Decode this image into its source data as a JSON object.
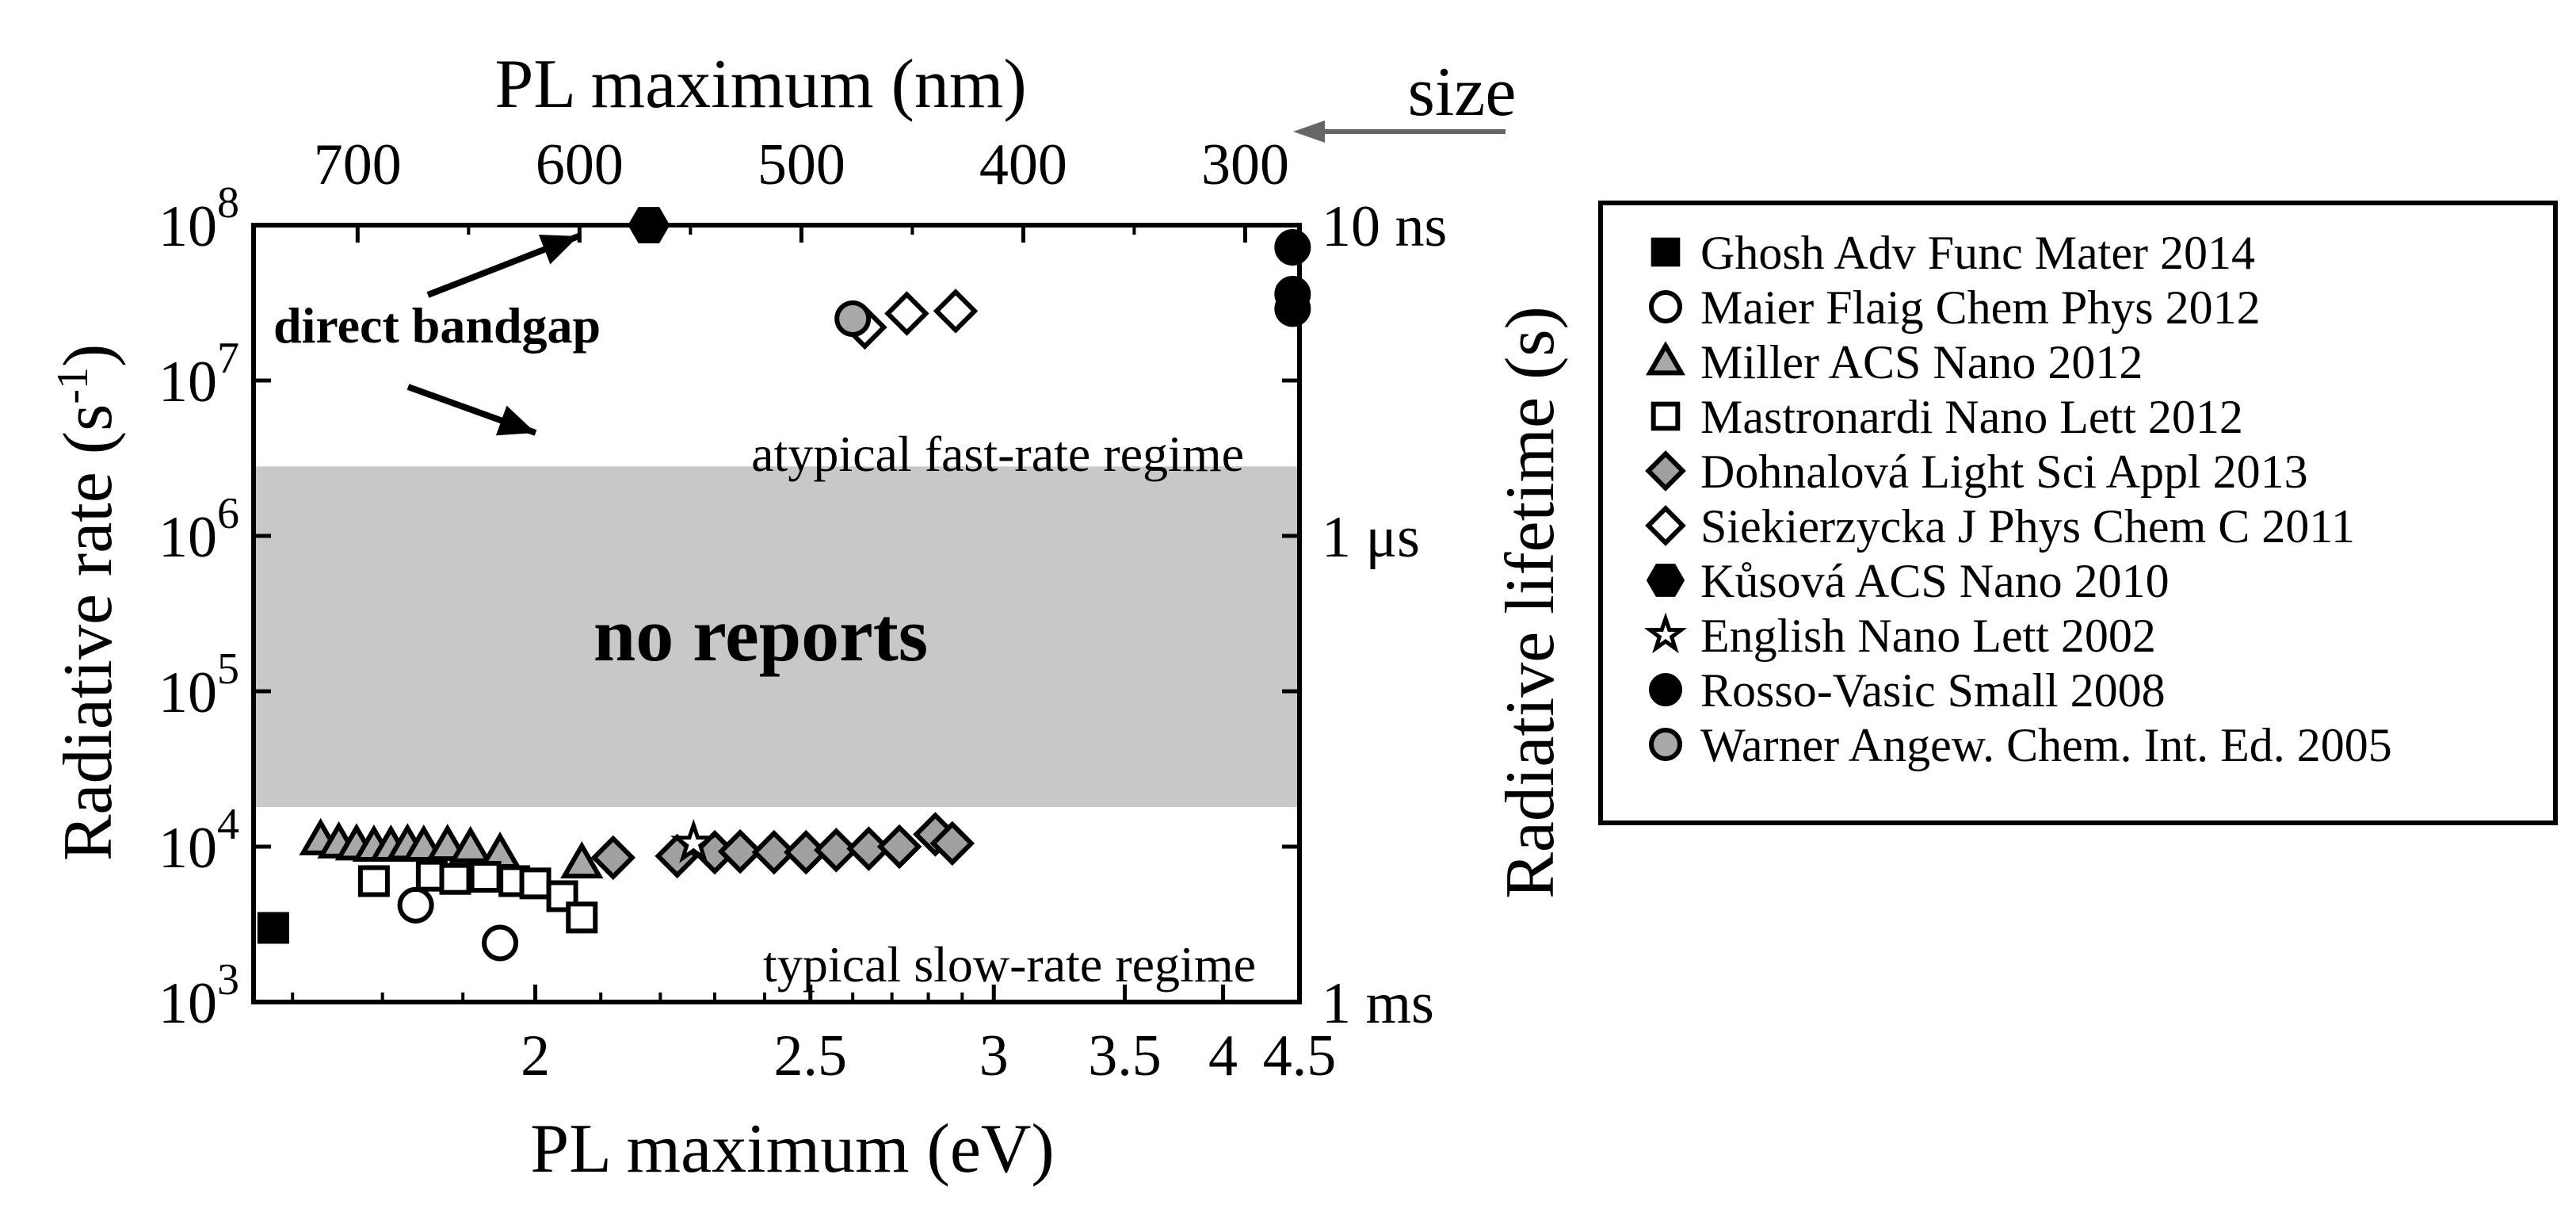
{
  "chart_data": {
    "type": "scatter",
    "x_axis": {
      "label": "PL maximum (eV)",
      "scale": "reciprocal",
      "range": [
        1.66,
        4.5
      ],
      "ticks": [
        "2",
        "2.5",
        "3",
        "3.5",
        "4",
        "4.5"
      ],
      "tick_values": [
        2,
        2.5,
        3,
        3.5,
        4,
        4.5
      ]
    },
    "x2_axis": {
      "label": "PL maximum (nm)",
      "ticks": [
        "700",
        "600",
        "500",
        "400",
        "300"
      ],
      "tick_values": [
        700,
        600,
        500,
        400,
        300
      ],
      "size_label": "size",
      "size_arrow": "decreasing size toward shorter wavelength"
    },
    "y_axis": {
      "label_main": "Radiative rate (s",
      "label_sup": "-1",
      "label_close": ")",
      "scale": "log",
      "range": [
        1000,
        100000000
      ],
      "ticks": [
        {
          "base": "10",
          "exp": "3",
          "value": 1000
        },
        {
          "base": "10",
          "exp": "4",
          "value": 10000
        },
        {
          "base": "10",
          "exp": "5",
          "value": 100000
        },
        {
          "base": "10",
          "exp": "6",
          "value": 1000000
        },
        {
          "base": "10",
          "exp": "7",
          "value": 10000000
        },
        {
          "base": "10",
          "exp": "8",
          "value": 100000000
        }
      ]
    },
    "y2_axis": {
      "label": "Radiative lifetime (s)",
      "ticks": [
        {
          "label": "10 ns",
          "rate": 100000000
        },
        {
          "label": "1 μs",
          "rate": 1000000
        },
        {
          "label": "1 ms",
          "rate": 1000
        }
      ]
    },
    "regions": [
      {
        "label": "no reports",
        "y_range": [
          18000,
          2800000
        ],
        "color": "#c8c8c8"
      }
    ],
    "annotations": {
      "direct": "direct bandgap",
      "fast": "atypical fast-rate regime",
      "slow": "typical slow-rate regime"
    },
    "series": [
      {
        "name": "Ghosh Adv Func Mater 2014",
        "marker": "square",
        "fill": "#000000",
        "points": [
          [
            1.68,
            3000
          ]
        ]
      },
      {
        "name": "Maier Flaig Chem Phys 2012",
        "marker": "circle",
        "fill": "#ffffff",
        "points": [
          [
            1.84,
            4200
          ],
          [
            1.95,
            2400
          ]
        ]
      },
      {
        "name": "Miller ACS Nano 2012",
        "marker": "triangle",
        "fill": "#a8a8a8",
        "points": [
          [
            1.73,
            11000
          ],
          [
            1.75,
            10500
          ],
          [
            1.77,
            10200
          ],
          [
            1.79,
            10000
          ],
          [
            1.81,
            10000
          ],
          [
            1.83,
            10200
          ],
          [
            1.85,
            10000
          ],
          [
            1.88,
            10100
          ],
          [
            1.91,
            9800
          ],
          [
            1.95,
            9000
          ],
          [
            2.07,
            7800
          ]
        ]
      },
      {
        "name": "Mastronardi Nano Lett 2012",
        "marker": "square-open",
        "fill": "#ffffff",
        "points": [
          [
            1.79,
            6000
          ],
          [
            1.86,
            6500
          ],
          [
            1.89,
            6200
          ],
          [
            1.93,
            6400
          ],
          [
            1.97,
            6000
          ],
          [
            2.0,
            5800
          ],
          [
            2.04,
            4800
          ],
          [
            2.07,
            3500
          ]
        ]
      },
      {
        "name": "Dohnalová Light Sci Appl 2013",
        "marker": "diamond",
        "fill": "#a0a0a0",
        "points": [
          [
            2.12,
            8500
          ],
          [
            2.23,
            8700
          ],
          [
            2.3,
            9200
          ],
          [
            2.35,
            9300
          ],
          [
            2.42,
            9200
          ],
          [
            2.49,
            9200
          ],
          [
            2.56,
            9500
          ],
          [
            2.64,
            9700
          ],
          [
            2.72,
            10000
          ],
          [
            2.82,
            12000
          ],
          [
            2.87,
            10500
          ]
        ]
      },
      {
        "name": "Siekierzycka J Phys Chem C 2011",
        "marker": "diamond-open",
        "fill": "#ffffff",
        "points": [
          [
            2.63,
            22000000
          ],
          [
            2.74,
            27000000
          ],
          [
            2.88,
            28000000
          ]
        ]
      },
      {
        "name": "Kůsová ACS Nano 2010",
        "marker": "hexagon",
        "fill": "#000000",
        "points": [
          [
            2.18,
            100000000
          ]
        ]
      },
      {
        "name": "English Nano Lett 2002",
        "marker": "star-open",
        "fill": "#ffffff",
        "points": [
          [
            2.26,
            10500
          ]
        ]
      },
      {
        "name": "Rosso-Vasic Small 2008",
        "marker": "circle",
        "fill": "#000000",
        "points": [
          [
            4.45,
            72000000
          ],
          [
            4.45,
            36000000
          ],
          [
            4.45,
            29000000
          ]
        ]
      },
      {
        "name": "Warner Angew. Chem. Int. Ed. 2005",
        "marker": "circle",
        "fill": "#a8a8a8",
        "points": [
          [
            2.6,
            25000000
          ]
        ]
      }
    ]
  }
}
